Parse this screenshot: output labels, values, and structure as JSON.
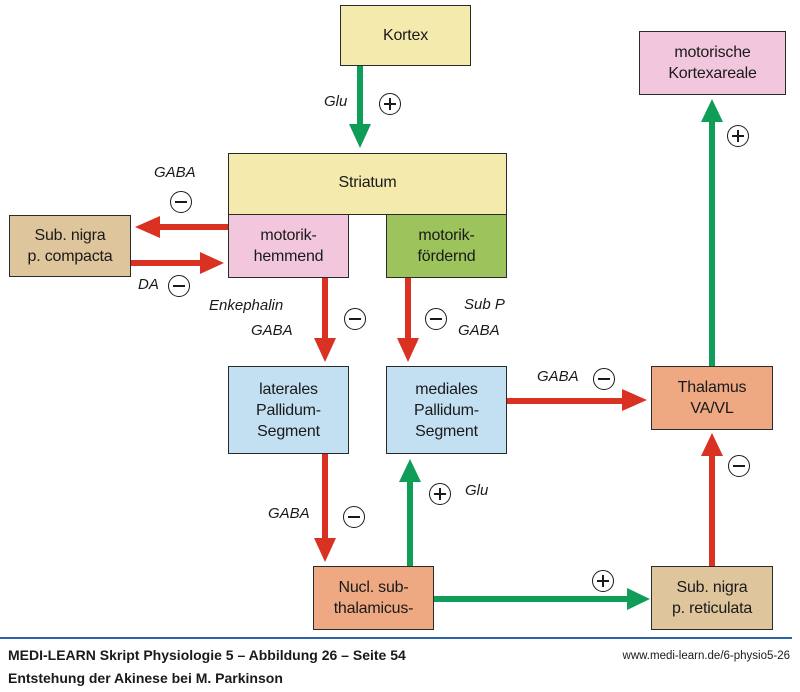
{
  "colors": {
    "excitatory": "#0f9d58",
    "inhibitory": "#d93223",
    "rule": "#2c63a8"
  },
  "nodes": {
    "kortex": {
      "lines": [
        "Kortex"
      ]
    },
    "motor_cortex": {
      "lines": [
        "motorische",
        "Kortexareale"
      ]
    },
    "striatum": {
      "lines": [
        "Striatum"
      ]
    },
    "motorik_hemmend": {
      "lines": [
        "motorik-",
        "hemmend"
      ]
    },
    "motorik_foerdernd": {
      "lines": [
        "motorik-",
        "fördernd"
      ]
    },
    "sn_compacta": {
      "lines": [
        "Sub. nigra",
        "p. compacta"
      ]
    },
    "gp_lateral": {
      "lines": [
        "laterales",
        "Pallidum-",
        "Segment"
      ]
    },
    "gp_medial": {
      "lines": [
        "mediales",
        "Pallidum-",
        "Segment"
      ]
    },
    "thalamus": {
      "lines": [
        "Thalamus",
        "VA/VL"
      ]
    },
    "stn": {
      "lines": [
        "Nucl. sub-",
        "thalamicus-"
      ]
    },
    "sn_reticulata": {
      "lines": [
        "Sub. nigra",
        "p. reticulata"
      ]
    }
  },
  "edges": [
    {
      "from": "Kortex",
      "to": "Striatum",
      "transmitter": "Glu",
      "effect": "+"
    },
    {
      "from": "motorik-hemmend",
      "to": "Sub. nigra p. compacta",
      "transmitter": "GABA",
      "effect": "-"
    },
    {
      "from": "Sub. nigra p. compacta",
      "to": "motorik-hemmend",
      "transmitter": "DA",
      "effect": "-"
    },
    {
      "from": "motorik-hemmend",
      "to": "laterales Pallidum-Segment",
      "transmitter": "Enkephalin GABA",
      "effect": "-"
    },
    {
      "from": "motorik-fördernd",
      "to": "mediales Pallidum-Segment",
      "transmitter": "Sub P GABA",
      "effect": "-"
    },
    {
      "from": "mediales Pallidum-Segment",
      "to": "Thalamus VA/VL",
      "transmitter": "GABA",
      "effect": "-"
    },
    {
      "from": "laterales Pallidum-Segment",
      "to": "Nucl. sub-thalamicus-",
      "transmitter": "GABA",
      "effect": "-"
    },
    {
      "from": "Nucl. sub-thalamicus-",
      "to": "mediales Pallidum-Segment",
      "transmitter": "Glu",
      "effect": "+"
    },
    {
      "from": "Nucl. sub-thalamicus-",
      "to": "Sub. nigra p. reticulata",
      "transmitter": "",
      "effect": "+"
    },
    {
      "from": "Sub. nigra p. reticulata",
      "to": "Thalamus VA/VL",
      "transmitter": "",
      "effect": "-"
    },
    {
      "from": "Thalamus VA/VL",
      "to": "motorische Kortexareale",
      "transmitter": "",
      "effect": "+"
    }
  ],
  "labels": {
    "glu_top": "Glu",
    "gaba_left": "GABA",
    "da": "DA",
    "enkephalin": "Enkephalin",
    "gaba_enk": "GABA",
    "subp": "Sub P",
    "gaba_subp": "GABA",
    "gaba_thal": "GABA",
    "gaba_lat": "GABA",
    "glu_stn": "Glu"
  },
  "footer": {
    "title": "MEDI-LEARN Skript Physiologie 5 – Abbildung 26 – Seite 54",
    "subtitle": "Entstehung der Akinese bei M. Parkinson",
    "url": "www.medi-learn.de/6-physio5-26"
  }
}
